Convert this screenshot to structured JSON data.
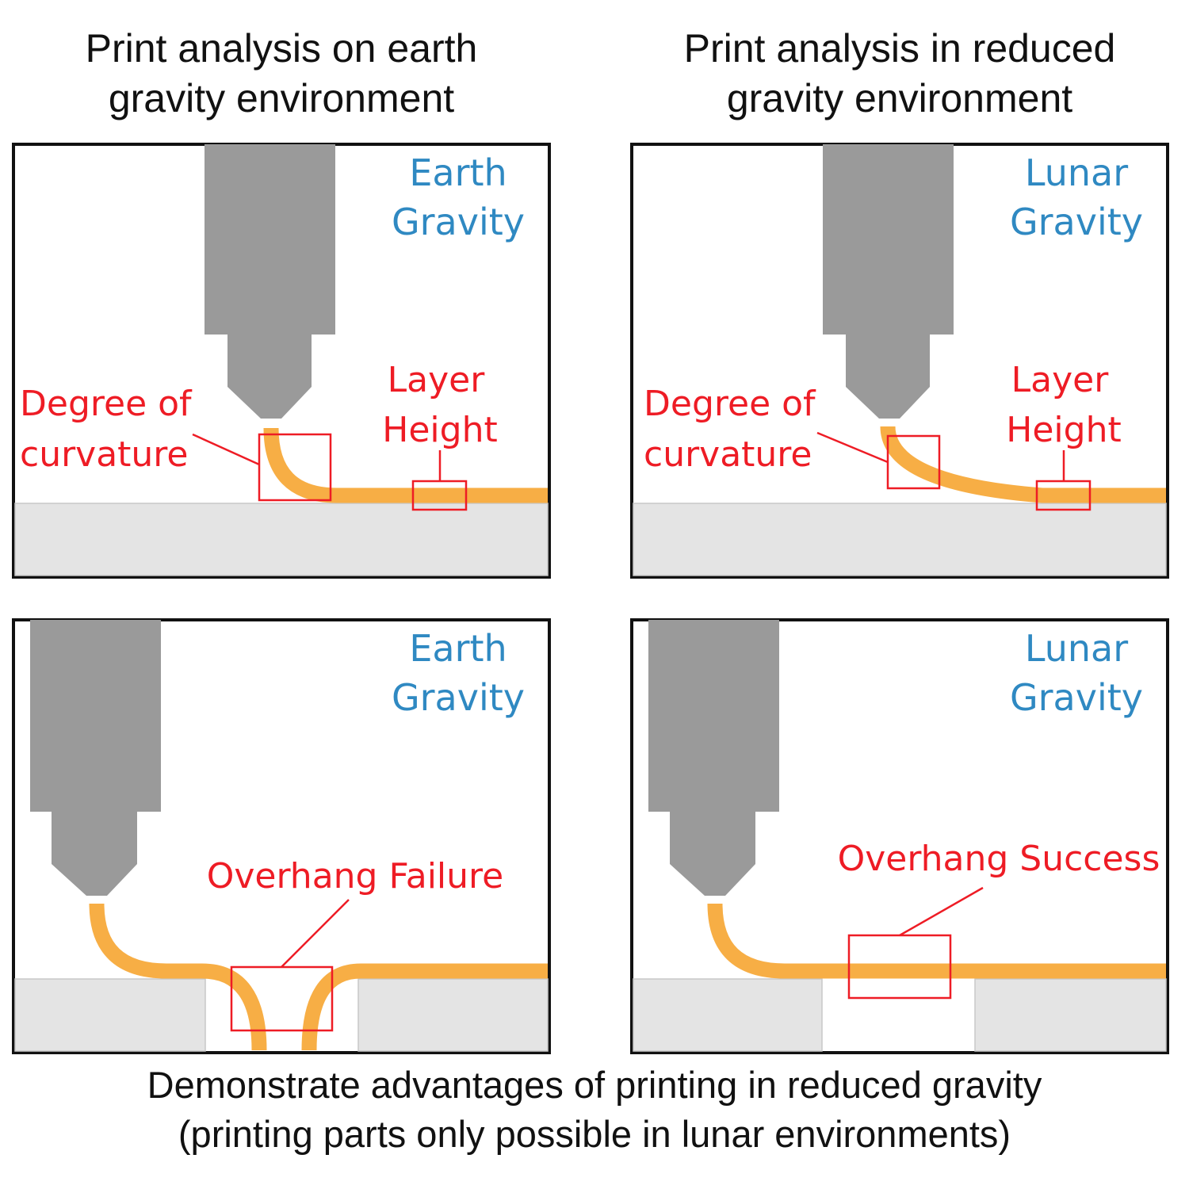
{
  "column_titles": {
    "left": "Print analysis on earth\ngravity environment",
    "right": "Print analysis in reduced\ngravity environment"
  },
  "panels": {
    "top_left": {
      "gravity_line1": "Earth",
      "gravity_line2": "Gravity",
      "curvature_line1": "Degree of",
      "curvature_line2": "curvature",
      "layer_line1": "Layer",
      "layer_line2": "Height"
    },
    "top_right": {
      "gravity_line1": "Lunar",
      "gravity_line2": "Gravity",
      "curvature_line1": "Degree of",
      "curvature_line2": "curvature",
      "layer_line1": "Layer",
      "layer_line2": "Height"
    },
    "bottom_left": {
      "gravity_line1": "Earth",
      "gravity_line2": "Gravity",
      "overhang": "Overhang Failure"
    },
    "bottom_right": {
      "gravity_line1": "Lunar",
      "gravity_line2": "Gravity",
      "overhang": "Overhang Success"
    }
  },
  "footer": "Demonstrate advantages of printing in reduced gravity\n(printing parts only possible in lunar environments)",
  "colors": {
    "filament": "#f7ae45",
    "nozzle": "#9a9a9a",
    "bed": "#e4e4e4",
    "gravity_text": "#2f89c2",
    "annotation": "#ee1c25"
  }
}
